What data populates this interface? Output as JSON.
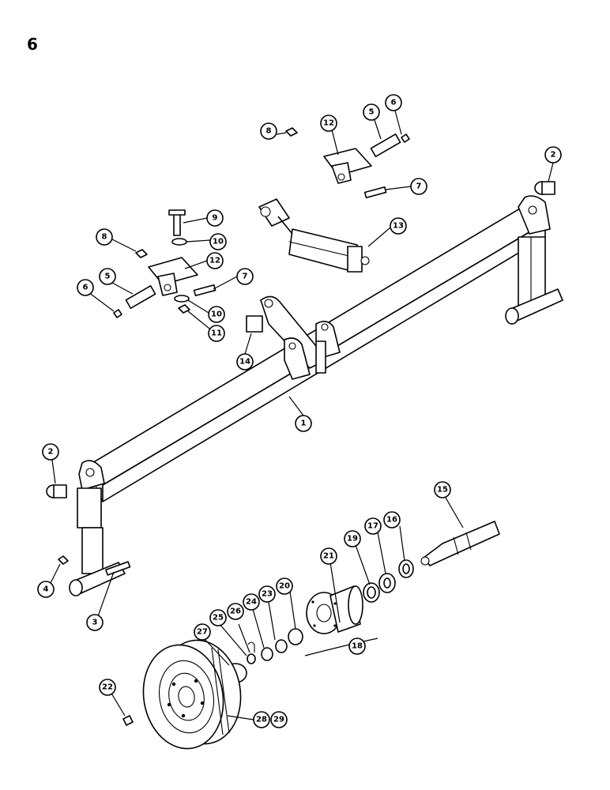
{
  "page": {
    "number": "6"
  },
  "callouts": {
    "c1": "1",
    "c2a": "2",
    "c2b": "2",
    "c3": "3",
    "c4": "4",
    "c5a": "5",
    "c5b": "5",
    "c6a": "6",
    "c6b": "6",
    "c7a": "7",
    "c7b": "7",
    "c8a": "8",
    "c8b": "8",
    "c9": "9",
    "c10a": "10",
    "c10b": "10",
    "c11": "11",
    "c12a": "12",
    "c12b": "12",
    "c13": "13",
    "c14": "14",
    "c15": "15",
    "c16": "16",
    "c17": "17",
    "c18": "18",
    "c19": "19",
    "c20": "20",
    "c21": "21",
    "c22": "22",
    "c23": "23",
    "c24": "24",
    "c25": "25",
    "c26": "26",
    "c27": "27",
    "c28": "28",
    "c29": "29"
  }
}
